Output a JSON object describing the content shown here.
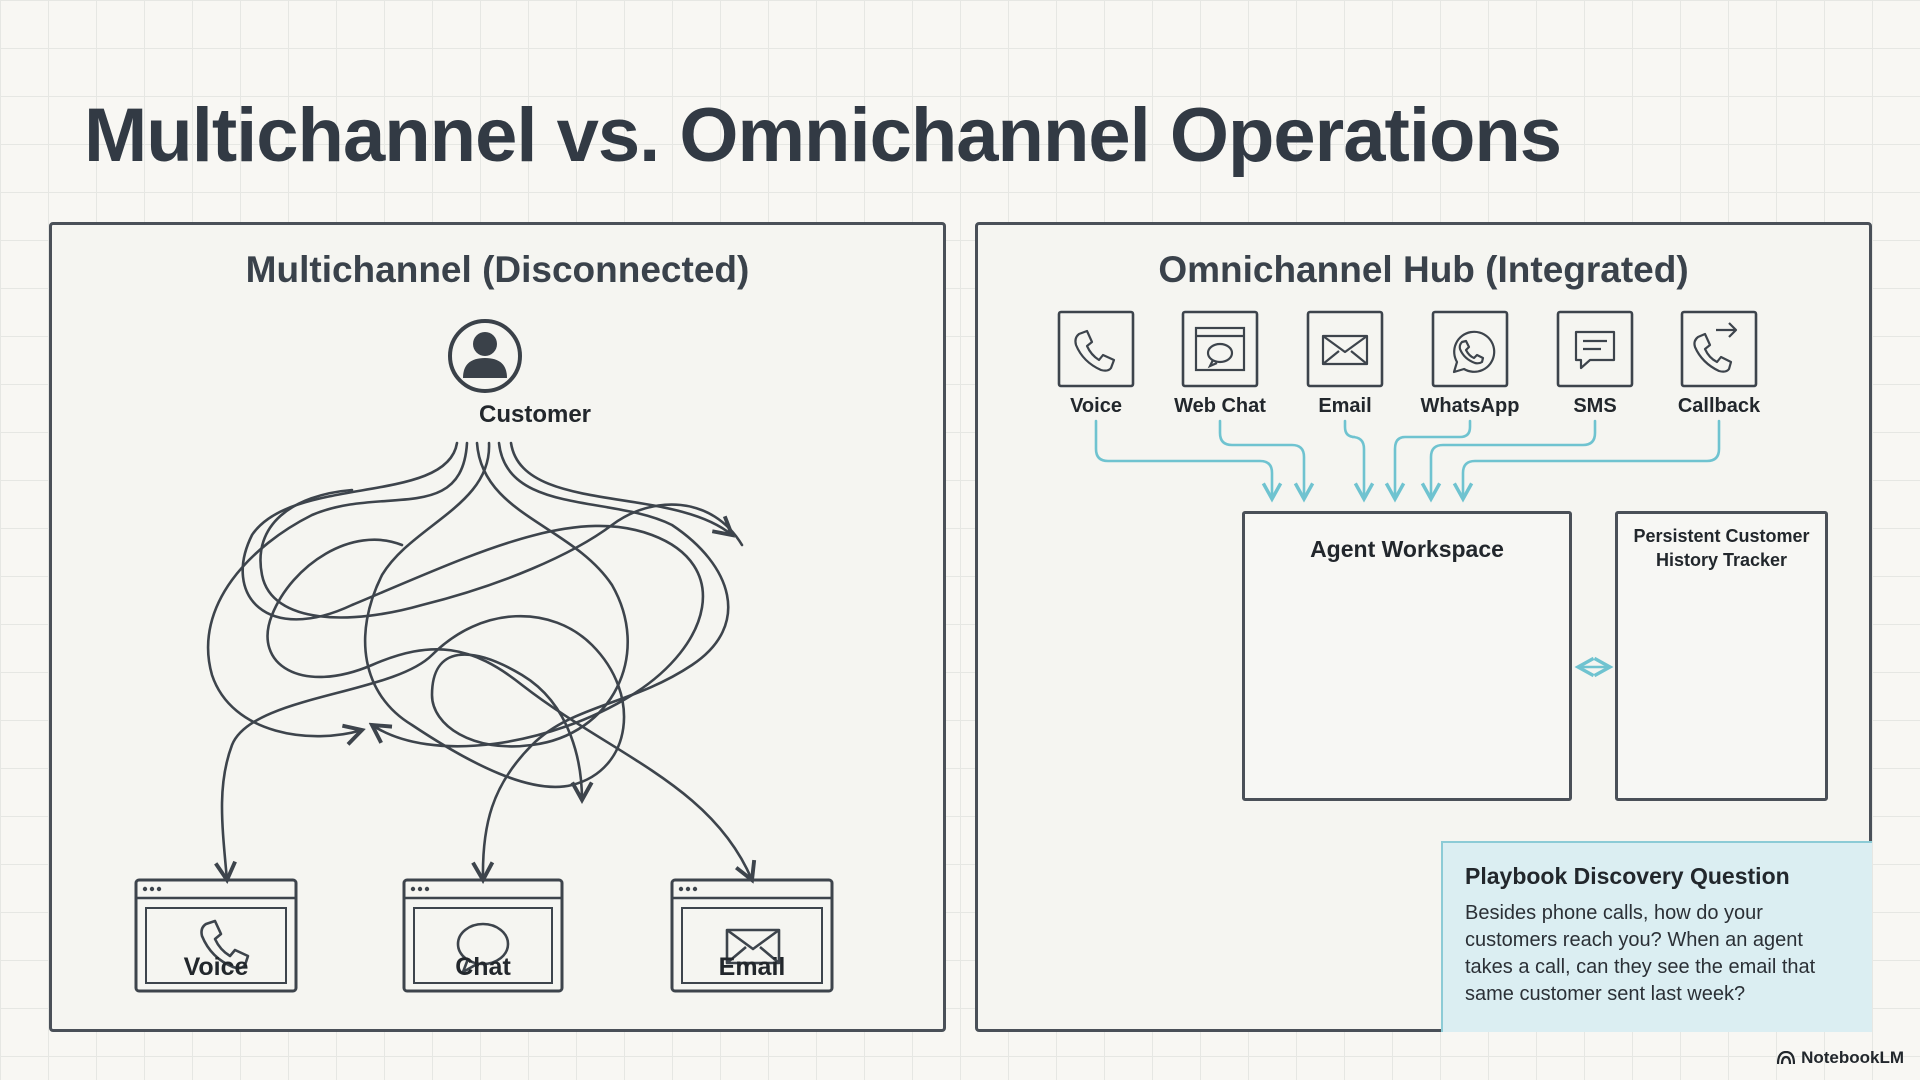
{
  "title": "Multichannel vs. Omnichannel Operations",
  "left_panel": {
    "title": "Multichannel (Disconnected)",
    "customer_label": "Customer",
    "channels": [
      {
        "label": "Voice",
        "icon": "phone-icon"
      },
      {
        "label": "Chat",
        "icon": "chat-bubble-icon"
      },
      {
        "label": "Email",
        "icon": "envelope-icon"
      }
    ]
  },
  "right_panel": {
    "title": "Omnichannel Hub (Integrated)",
    "channels": [
      {
        "label": "Voice",
        "icon": "phone-icon"
      },
      {
        "label": "Web Chat",
        "icon": "web-chat-icon"
      },
      {
        "label": "Email",
        "icon": "envelope-icon"
      },
      {
        "label": "WhatsApp",
        "icon": "whatsapp-icon"
      },
      {
        "label": "SMS",
        "icon": "sms-icon"
      },
      {
        "label": "Callback",
        "icon": "callback-icon"
      }
    ],
    "agent_workspace_title": "Agent Workspace",
    "tracker_title_line1": "Persistent Customer",
    "tracker_title_line2": "History Tracker",
    "playbook": {
      "title": "Playbook Discovery Question",
      "lines": [
        "Besides phone calls, how do your",
        "customers reach you? When an agent",
        "takes a call, can they see the email that",
        "same customer sent last week?"
      ]
    }
  },
  "brand": "NotebookLM",
  "colors": {
    "ink": "#2f3a45",
    "accent": "#6fc3d0",
    "callout_bg": "#dbeef2",
    "background": "#f8f7f3"
  }
}
